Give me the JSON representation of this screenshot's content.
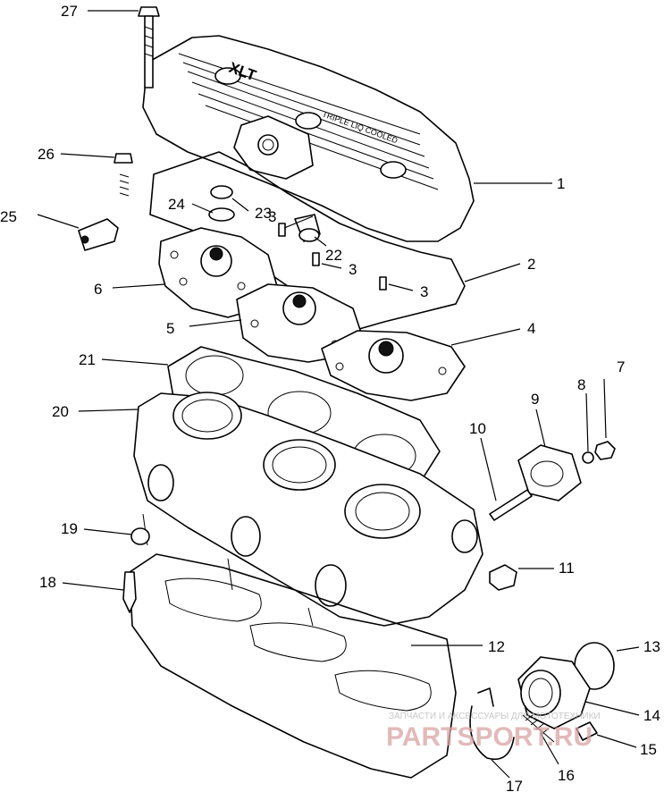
{
  "callouts": [
    "1",
    "2",
    "3",
    "3",
    "3",
    "4",
    "5",
    "6",
    "7",
    "8",
    "9",
    "10",
    "11",
    "12",
    "13",
    "14",
    "15",
    "16",
    "17",
    "18",
    "19",
    "20",
    "21",
    "22",
    "23",
    "24",
    "25",
    "26",
    "27"
  ],
  "cover_lettering": {
    "main": "XLT",
    "badge": "TRIPLE LIQ COOLED"
  },
  "watermark": {
    "line": "ЗАПЧАСТИ И АКСЕССУАРЫ ДЛЯ МОТОТЕХНИКИ",
    "logo": "PARTSPORT.RU"
  },
  "colors": {
    "line": "#000000",
    "background": "#ffffff",
    "watermark": "#d9a3a3"
  }
}
